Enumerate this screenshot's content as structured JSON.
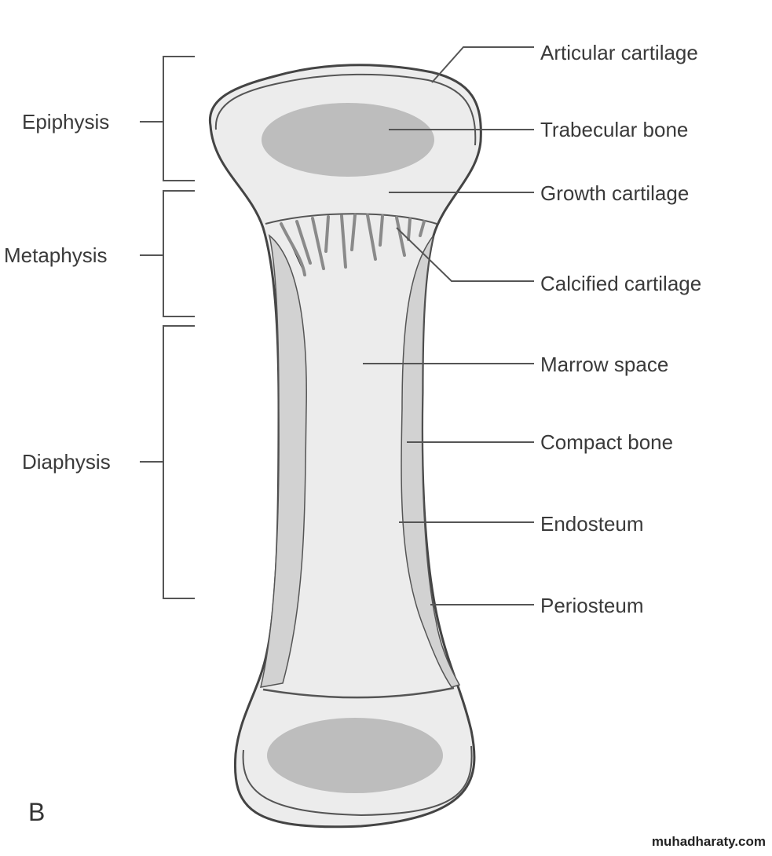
{
  "figure_label": "B",
  "regions": [
    {
      "name": "Epiphysis"
    },
    {
      "name": "Metaphysis"
    },
    {
      "name": "Diaphysis"
    }
  ],
  "structures": [
    "Articular cartilage",
    "Trabecular bone",
    "Growth cartilage",
    "Calcified cartilage",
    "Marrow space",
    "Compact bone",
    "Endosteum",
    "Periosteum"
  ],
  "watermark": "muhadharaty.com",
  "colors": {
    "bone_fill": "#ececec",
    "trabecular": "#bdbdbd",
    "compact": "#d2d2d2",
    "outline": "#444444"
  }
}
